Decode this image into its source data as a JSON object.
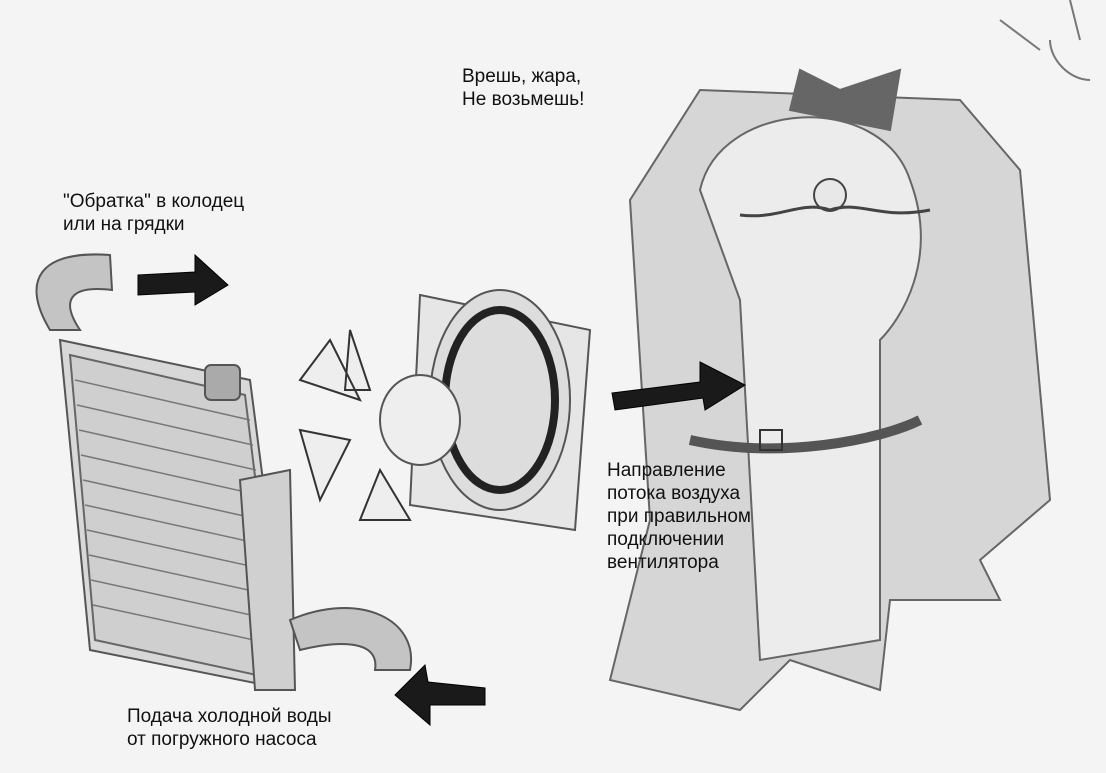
{
  "labels": {
    "speech": "Врешь, жара,\nНе возьмешь!",
    "return_flow": "\"Обратка\" в колодец\nили на грядки",
    "air_flow": "Направление\nпотока воздуха\nпри правильном\nподключении\nвентилятора",
    "water_supply": "Подача холодной воды\nот погружного насоса"
  },
  "colors": {
    "ink": "#111111",
    "pencil": "#555555",
    "shade": "#bdbdbd",
    "paper": "#f4f4f4"
  }
}
